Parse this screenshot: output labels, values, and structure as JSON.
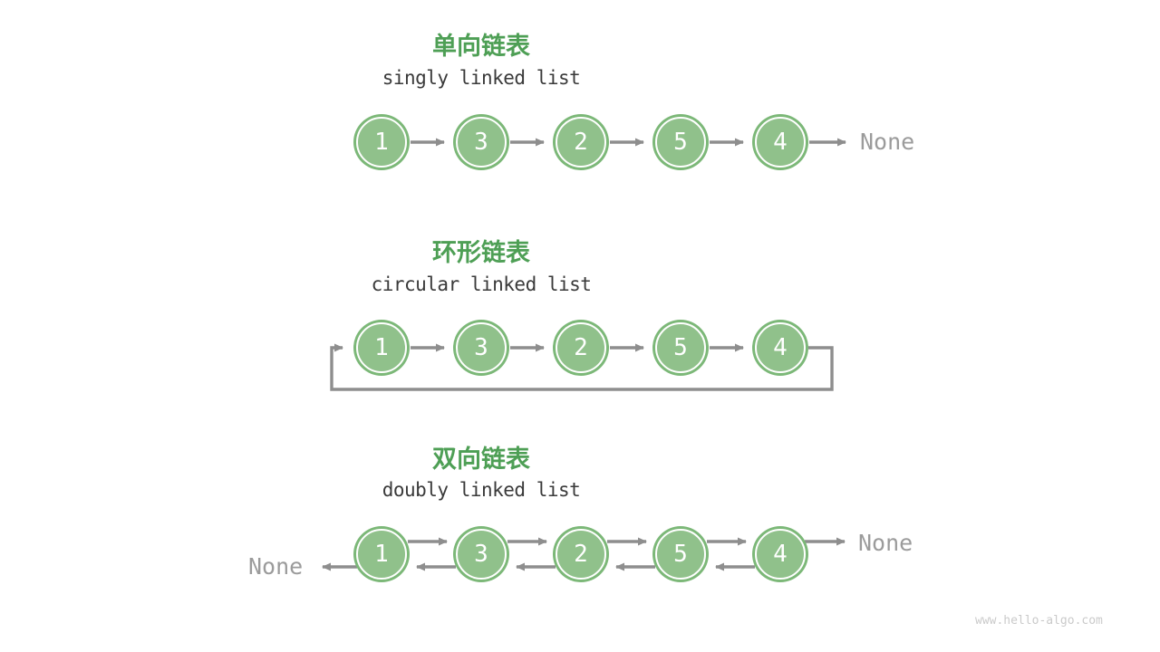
{
  "page": {
    "background": "#FFFFFF",
    "watermark": "www.hello-algo.com"
  },
  "colors": {
    "node_fill_green": "#90C18B",
    "node_ring_green": "#7CB878",
    "title_green": "#4E9F55",
    "subtitle_dark": "#3A3A3A",
    "arrow_gray": "#8E8E8E",
    "none_gray": "#9B9B9B",
    "watermark_gray": "#CACACA"
  },
  "sections": [
    {
      "type": "singly",
      "title_zh": "单向链表",
      "title_en": "singly linked list",
      "nodes": [
        "1",
        "3",
        "2",
        "5",
        "4"
      ],
      "tail_label": "None"
    },
    {
      "type": "circular",
      "title_zh": "环形链表",
      "title_en": "circular linked list",
      "nodes": [
        "1",
        "3",
        "2",
        "5",
        "4"
      ]
    },
    {
      "type": "doubly",
      "title_zh": "双向链表",
      "title_en": "doubly linked list",
      "nodes": [
        "1",
        "3",
        "2",
        "5",
        "4"
      ],
      "head_label": "None",
      "tail_label": "None"
    }
  ]
}
